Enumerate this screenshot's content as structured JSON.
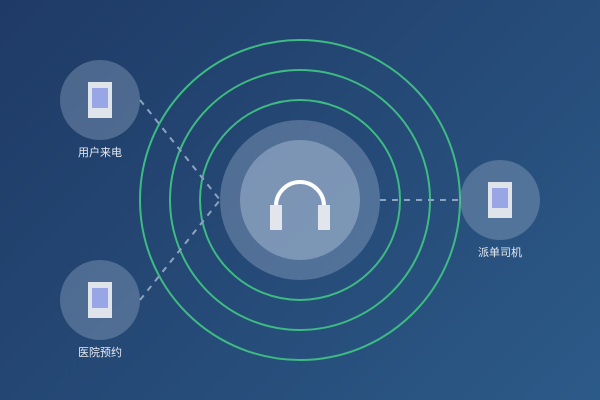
{
  "diagram": {
    "center": {
      "icon": "headphones-icon",
      "label": ""
    },
    "nodes": [
      {
        "id": "user-call",
        "label": "用户来电",
        "icon": "phone-icon"
      },
      {
        "id": "hospital-booking",
        "label": "医院预约",
        "icon": "phone-icon"
      },
      {
        "id": "dispatch-driver",
        "label": "派单司机",
        "icon": "phone-icon"
      }
    ],
    "colors": {
      "background_start": "#1f3a66",
      "background_end": "#2c5a88",
      "ring": "#3dbb82",
      "connector": "#8ea3c0",
      "phone_body": "#dfe3ea",
      "phone_screen": "#98a6e6"
    }
  }
}
